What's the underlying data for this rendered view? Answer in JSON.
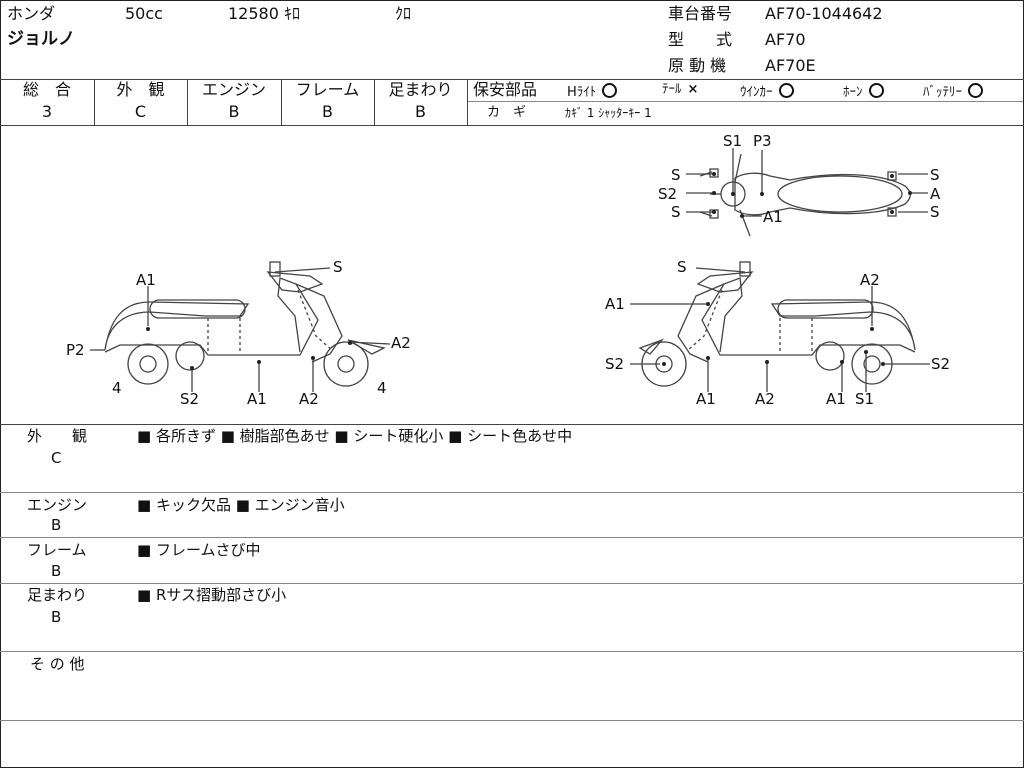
{
  "header": {
    "maker": "ホンダ",
    "displacement": "50cc",
    "mileage": "12580",
    "mileage_unit": "ｷﾛ",
    "color": "ｸﾛ",
    "model_name": "ジョルノ",
    "frame_no_label": "車台番号",
    "frame_no": "AF70-1044642",
    "type_label": "型　　式",
    "type": "AF70",
    "engine_label": "原 動 機",
    "engine": "AF70E"
  },
  "grades": [
    {
      "label": "総　合",
      "value": "3"
    },
    {
      "label": "外　観",
      "value": "C"
    },
    {
      "label": "エンジン",
      "value": "B"
    },
    {
      "label": "フレーム",
      "value": "B"
    },
    {
      "label": "足まわり",
      "value": "B"
    }
  ],
  "safety": {
    "title": "保安部品",
    "items": [
      {
        "label": "Hﾗｲﾄ",
        "status": "ok"
      },
      {
        "label": "ﾃｰﾙ",
        "status": "ng"
      },
      {
        "label": "ｳｲﾝｶｰ",
        "status": "ok"
      },
      {
        "label": "ﾎｰﾝ",
        "status": "ok"
      },
      {
        "label": "ﾊﾞｯﾃﾘｰ",
        "status": "ok"
      }
    ],
    "key_label": "カ　ギ",
    "key_value": "ｶｷﾞ 1  ｼｬｯﾀｰｷｰ 1"
  },
  "diagram_marks": {
    "left_view": [
      "S",
      "A1",
      "P2",
      "A2",
      "4",
      "4",
      "S2",
      "A1",
      "A2"
    ],
    "right_view": [
      "S",
      "A2",
      "A1",
      "S2",
      "S2",
      "A1",
      "A2",
      "A1",
      "S1"
    ],
    "top_view": [
      "S1",
      "P3",
      "S",
      "S2",
      "S",
      "A1",
      "S",
      "A",
      "S"
    ]
  },
  "remarks": [
    {
      "label": "外　　観",
      "grade": "C",
      "text": "■ 各所きず ■ 樹脂部色あせ ■ シート硬化小 ■ シート色あせ中"
    },
    {
      "label": "エンジン",
      "grade": "B",
      "text": "■ キック欠品 ■ エンジン音小"
    },
    {
      "label": "フレーム",
      "grade": "B",
      "text": "■ フレームさび中"
    },
    {
      "label": "足まわり",
      "grade": "B",
      "text": "■ Rサス摺動部さび小"
    },
    {
      "label": "そ の 他",
      "grade": "",
      "text": ""
    }
  ]
}
